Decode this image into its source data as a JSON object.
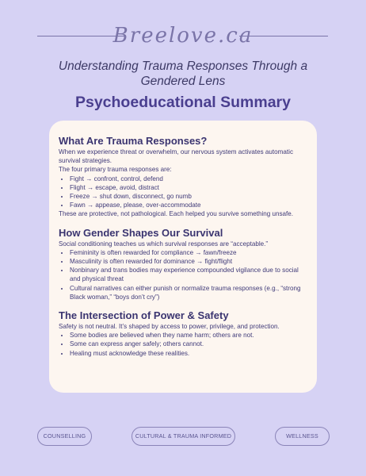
{
  "brand": "Breelove.ca",
  "subtitle": "Understanding Trauma Responses Through a Gendered Lens",
  "title": "Psychoeducational Summary",
  "sections": [
    {
      "heading": "What Are Trauma Responses?",
      "intro": "When we experience threat or overwhelm, our nervous system activates automatic survival strategies.",
      "lead": "The four primary trauma responses are:",
      "items": [
        "Fight → confront, control, defend",
        "Flight → escape, avoid, distract",
        "Freeze → shut down, disconnect, go numb",
        "Fawn → appease, please, over-accommodate"
      ],
      "outro": "These are protective, not pathological. Each helped you survive something unsafe."
    },
    {
      "heading": "How Gender Shapes Our Survival",
      "intro": "Social conditioning teaches us which survival responses are “acceptable.”",
      "items": [
        "Femininity is often rewarded for compliance → fawn/freeze",
        "Masculinity is often rewarded for dominance → fight/flight",
        "Nonbinary and trans bodies may experience compounded vigilance due to social and physical threat",
        "Cultural narratives can either punish or normalize trauma responses (e.g., “strong Black woman,” “boys don’t cry”)"
      ]
    },
    {
      "heading": "The Intersection of Power & Safety",
      "intro": "Safety is not neutral. It’s shaped by access to power, privilege, and protection.",
      "items": [
        "Some bodies are believed when they name harm; others are not.",
        "Some can express anger safely; others cannot.",
        "Healing must acknowledge these realities."
      ]
    }
  ],
  "tags": [
    "COUNSELLING",
    "CULTURAL & TRAUMA INFORMED",
    "WELLNESS"
  ]
}
